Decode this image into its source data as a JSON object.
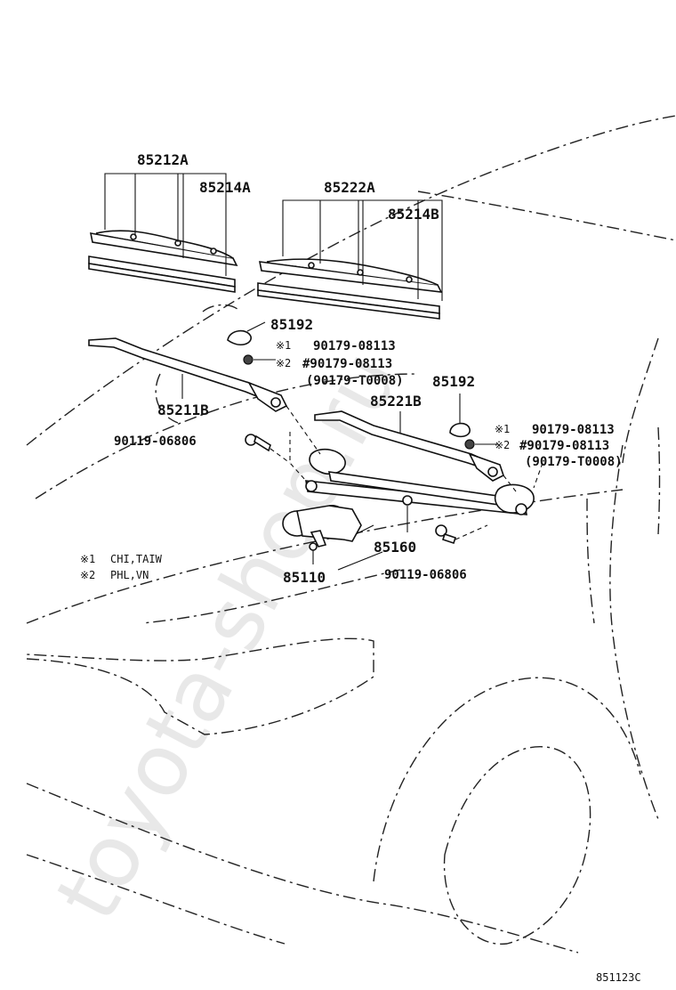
{
  "watermark": "toyota-shop.ru",
  "part_labels": {
    "wiper_blade_rh": "85212A",
    "blade_insert_rh": "85214A",
    "wiper_blade_lh": "85222A",
    "blade_insert_lh": "85214B",
    "cap_left": "85192",
    "cap_right": "85192",
    "arm_left": "85211B",
    "arm_right": "85221B",
    "link_assembly": "85160",
    "wiper_motor": "85110",
    "bolt_left": "90119-06806",
    "bolt_right": "90119-06806"
  },
  "nut_callouts": {
    "left": {
      "line1_mark": "※1",
      "line1_part": "90179-08113",
      "line2_mark": "※2",
      "line2_part": "#90179-08113",
      "line3": "(90179-T0008)"
    },
    "right": {
      "line1_mark": "※1",
      "line1_part": "90179-08113",
      "line2_mark": "※2",
      "line2_part": "#90179-08113",
      "line3": "(90179-T0008)"
    }
  },
  "legend": [
    {
      "mark": "※1",
      "text": "CHI,TAIW"
    },
    {
      "mark": "※2",
      "text": "PHL,VN"
    }
  ],
  "diagram_code": "851123C"
}
